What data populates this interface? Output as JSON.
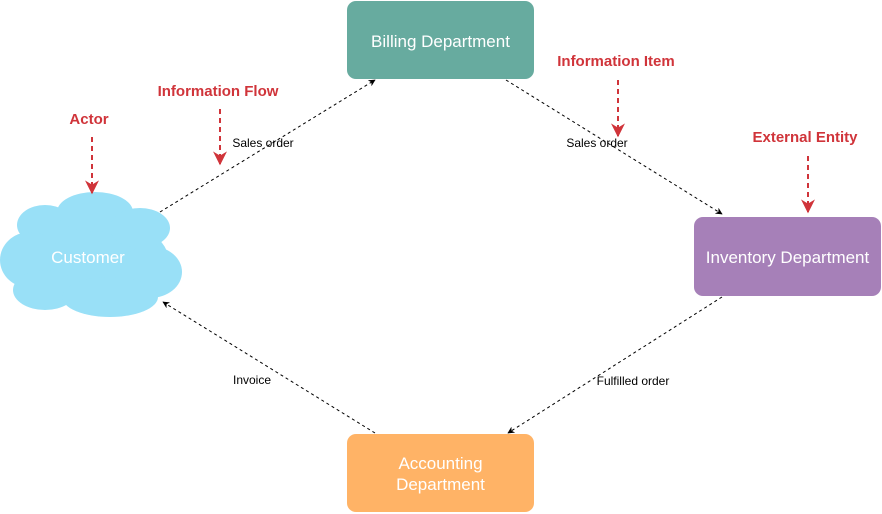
{
  "nodes": {
    "billing": {
      "label": "Billing Department",
      "fill": "#67AB9F"
    },
    "inventory": {
      "label": "Inventory Department",
      "fill": "#A680B8"
    },
    "accounting": {
      "label_line1": "Accounting",
      "label_line2": "Department",
      "fill": "#FFB366"
    },
    "customer": {
      "label": "Customer",
      "fill": "#99E0F7"
    }
  },
  "flows": {
    "customer_to_billing": "Sales order",
    "billing_to_inventory": "Sales order",
    "inventory_to_accounting": "Fulfilled order",
    "accounting_to_customer": "Invoice"
  },
  "annotations": {
    "actor": "Actor",
    "information_flow": "Information Flow",
    "information_item": "Information Item",
    "external_entity": "External Entity"
  },
  "colors": {
    "annotation": "#D0343A",
    "node_text": "#ffffff",
    "edge": "#000000",
    "edge_label": "#000000"
  }
}
